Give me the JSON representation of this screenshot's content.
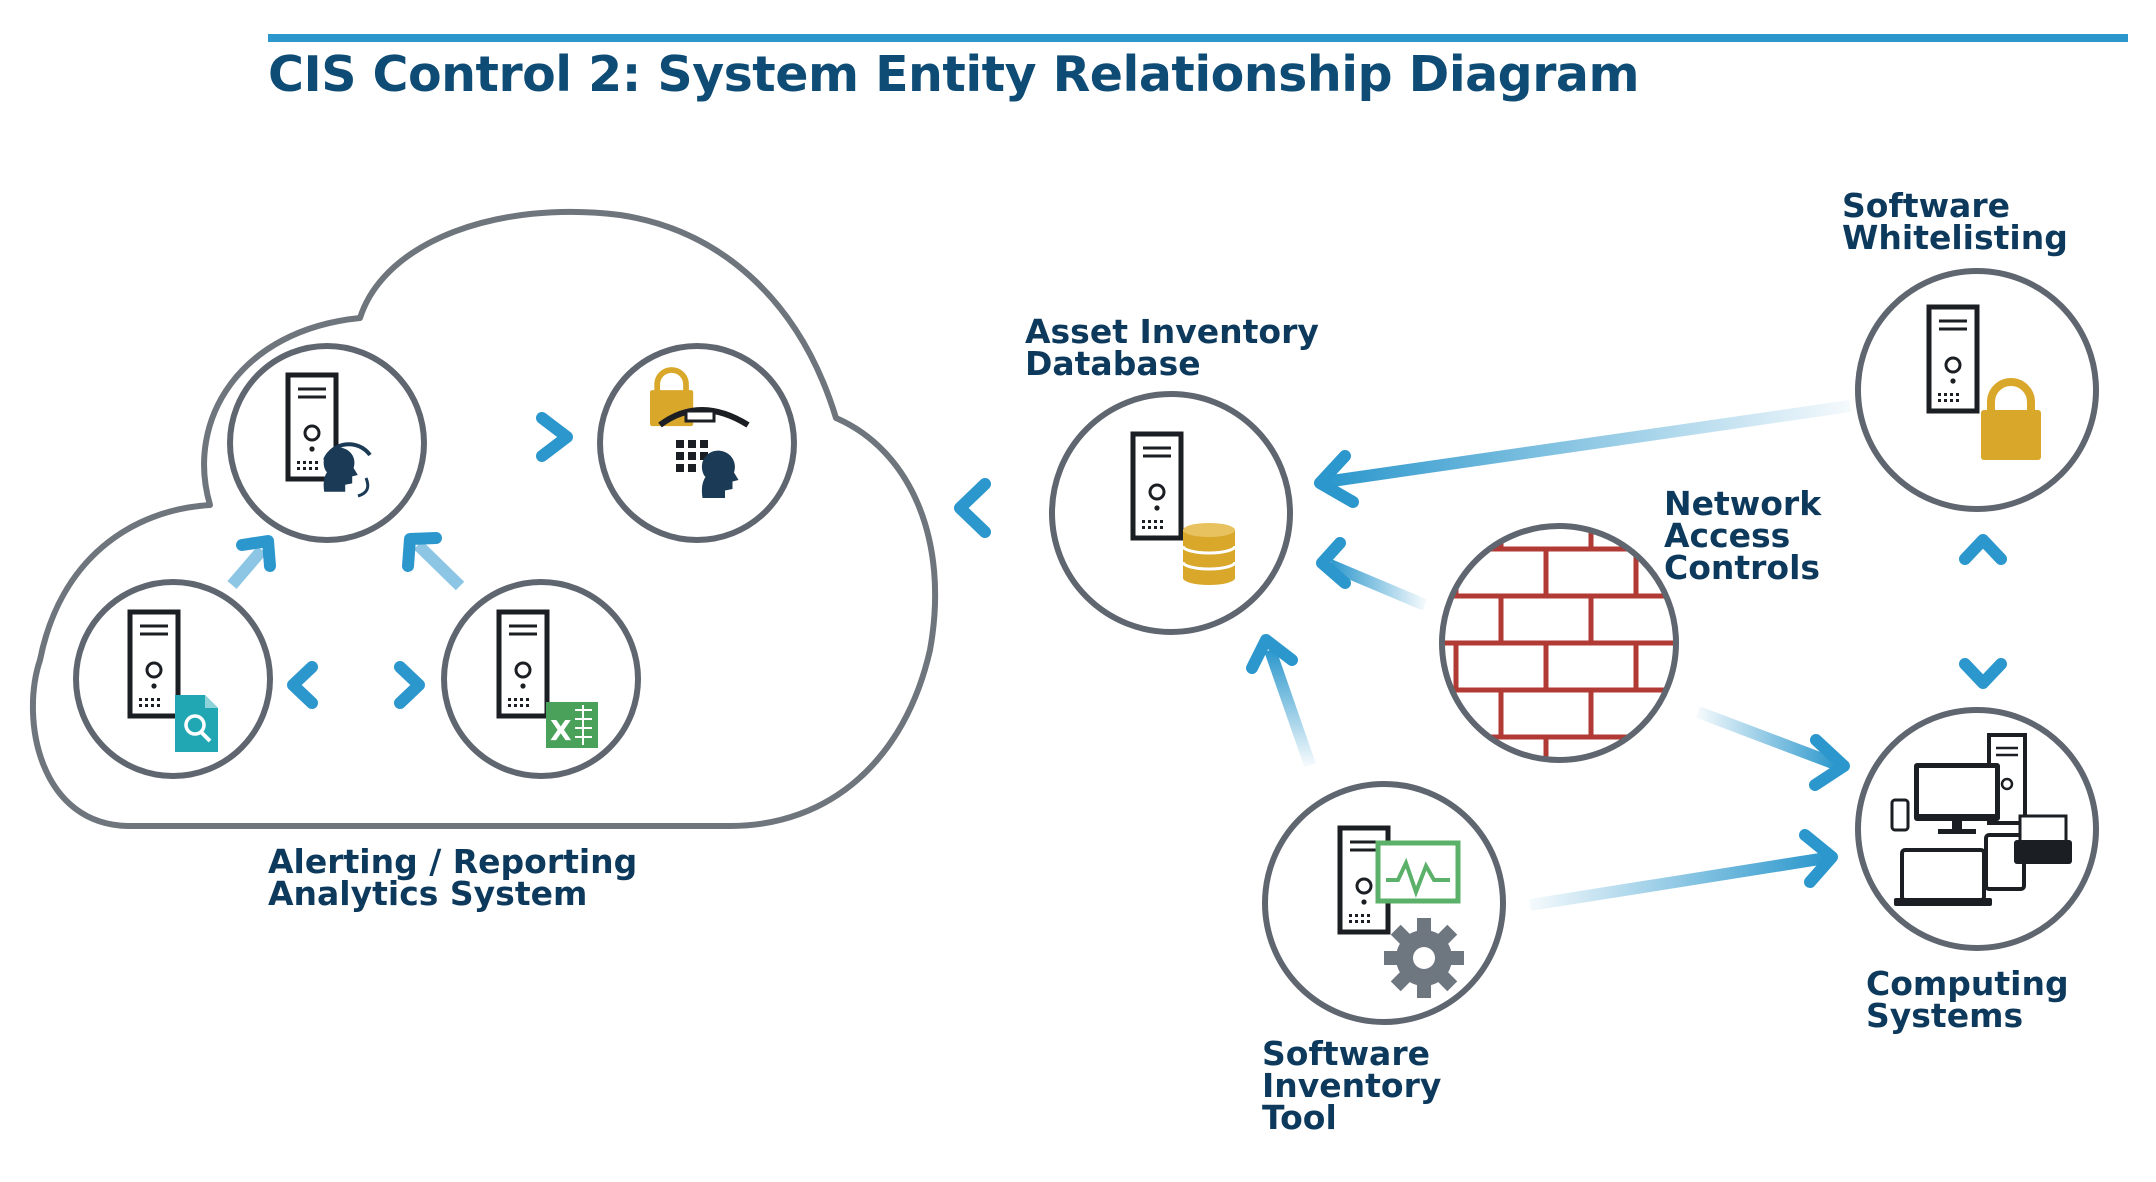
{
  "title": "CIS Control 2: System Entity Relationship Diagram",
  "labels": {
    "alerting": [
      "Alerting / Reporting",
      "Analytics System"
    ],
    "asset_db": [
      "Asset Inventory",
      "Database"
    ],
    "whitelisting": [
      "Software",
      "Whitelisting"
    ],
    "network": [
      "Network",
      "Access",
      "Controls"
    ],
    "computing": [
      "Computing",
      "Systems"
    ],
    "sw_inventory": [
      "Software",
      "Inventory",
      "Tool"
    ]
  },
  "icons": {
    "excel_letter": "X"
  },
  "colors": {
    "title": "#0f4c75",
    "label": "#0d3a5c",
    "rule": "#2b97cc",
    "arrow": "#2b97cc",
    "circle_stroke": "#5f6670",
    "gold": "#d9a82b",
    "brick": "#b23a34",
    "teal": "#21a6b3",
    "excel_green": "#4aa25a",
    "monitor_green": "#5cb16a"
  }
}
